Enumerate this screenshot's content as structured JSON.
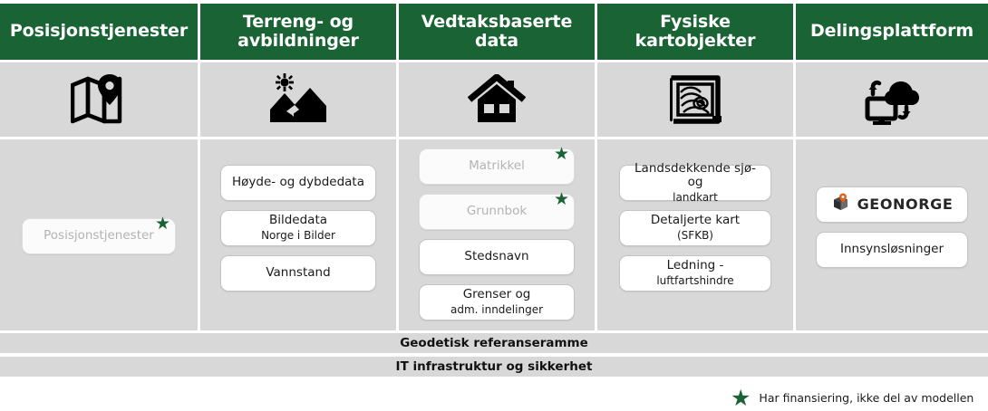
{
  "columns": [
    {
      "id": "posisjonstjenester",
      "header": "Posisjonstjenester",
      "icon": "folded-map-pin-icon",
      "items": [
        {
          "label": "Posisjonstjenester",
          "sub": "",
          "dim": true,
          "star": true
        }
      ]
    },
    {
      "id": "terreng-og-avbildninger",
      "header": "Terreng- og avbildninger",
      "icon": "mountains-sun-icon",
      "items": [
        {
          "label": "Høyde- og dybdedata",
          "sub": "",
          "dim": false,
          "star": false
        },
        {
          "label": "Bildedata",
          "sub": "Norge i Bilder",
          "dim": false,
          "star": false
        },
        {
          "label": "Vannstand",
          "sub": "",
          "dim": false,
          "star": false
        }
      ]
    },
    {
      "id": "vedtaksbaserte-data",
      "header": "Vedtaksbaserte data",
      "icon": "house-icon",
      "items": [
        {
          "label": "Matrikkel",
          "sub": "",
          "dim": true,
          "star": true
        },
        {
          "label": "Grunnbok",
          "sub": "",
          "dim": true,
          "star": true
        },
        {
          "label": "Stedsnavn",
          "sub": "",
          "dim": false,
          "star": false
        },
        {
          "label": "Grenser og",
          "sub": "adm. inndelinger",
          "dim": false,
          "star": false
        }
      ]
    },
    {
      "id": "fysiske-kartobjekter",
      "header": "Fysiske kartobjekter",
      "icon": "map-blueprint-icon",
      "items": [
        {
          "label": "Landsdekkende sjø- og",
          "sub": "landkart",
          "dim": false,
          "star": false
        },
        {
          "label": "Detaljerte kart",
          "sub": "(SFKB)",
          "dim": false,
          "star": false
        },
        {
          "label": "Ledning -",
          "sub": "luftfartshindre",
          "dim": false,
          "star": false
        }
      ]
    },
    {
      "id": "delingsplattform",
      "header": "Delingsplattform",
      "icon": "cloud-sync-monitor-icon",
      "items": [
        {
          "label": "GEONORGE",
          "sub": "",
          "dim": false,
          "star": false,
          "logo": "geonorge-cube-pin-logo"
        },
        {
          "label": "Innsynsløsninger",
          "sub": "",
          "dim": false,
          "star": false
        }
      ]
    }
  ],
  "bars": [
    {
      "label": "Geodetisk referanseramme"
    },
    {
      "label": "IT infrastruktur og sikkerhet"
    }
  ],
  "legend": {
    "star_glyph": "★",
    "text": "Har finansiering, ikke del av modellen"
  },
  "colors": {
    "header_green": "#1a6334",
    "cell_gray": "#d8d8d8",
    "box_white": "#ffffff",
    "dim_text": "#b3b3b3",
    "star_green": "#1a6334",
    "logo_pin_orange": "#e2621b"
  },
  "star_glyph": "★"
}
